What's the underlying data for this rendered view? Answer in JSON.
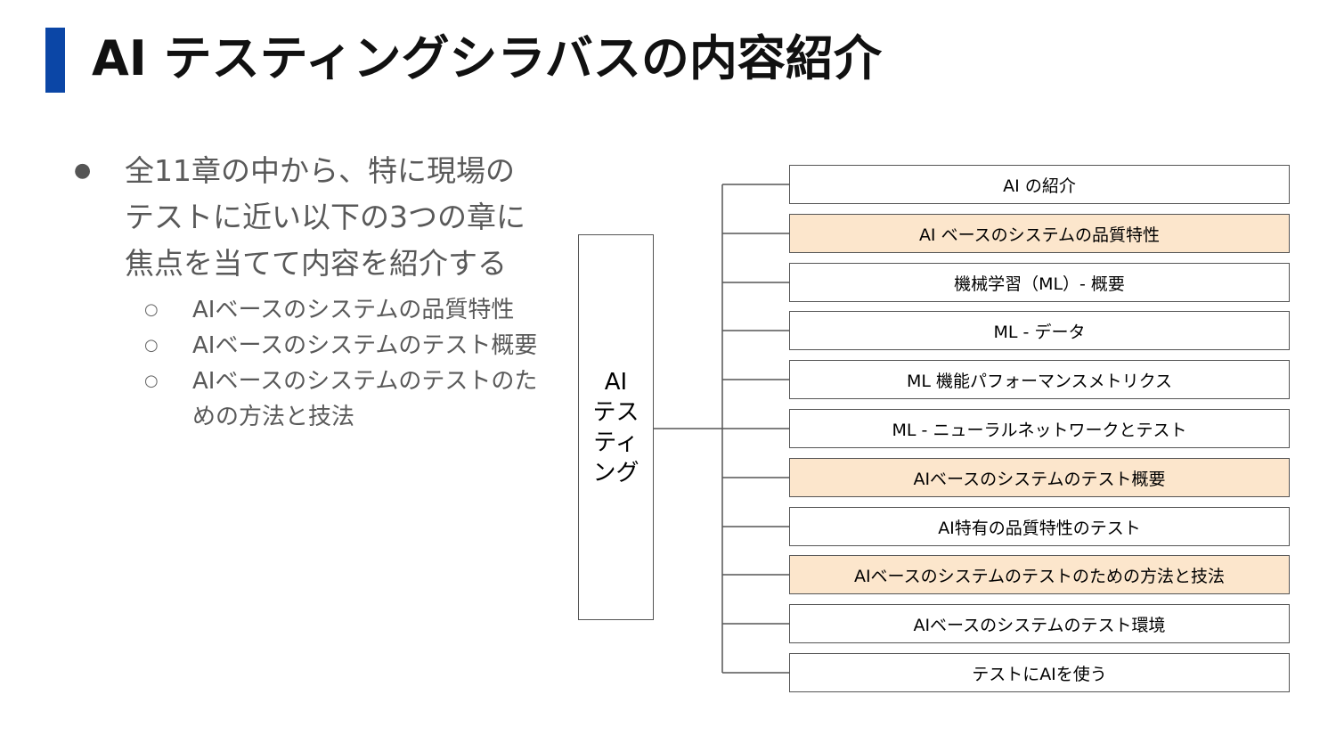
{
  "header": {
    "title": "AI テスティングシラバスの内容紹介",
    "accent_color": "#0b46a6"
  },
  "summary": {
    "main_bullet_lines": [
      "全11章の中から、特に現場の",
      "テストに近い以下の3つの章に",
      "焦点を当てて内容を紹介する"
    ],
    "sub_bullets": [
      "AIベースのシステムの品質特性",
      "AIベースのシステムのテスト概要",
      "AIベースのシステムのテストのた",
      "めの方法と技法"
    ]
  },
  "diagram": {
    "root_label_lines": [
      "AI",
      "テス",
      "ティ",
      "ング"
    ],
    "highlight_color": "#fce6cc",
    "chapters": [
      {
        "label": "AI の紹介",
        "highlighted": false
      },
      {
        "label": "AI ベースのシステムの品質特性",
        "highlighted": true
      },
      {
        "label": "機械学習（ML）- 概要",
        "highlighted": false
      },
      {
        "label": "ML - データ",
        "highlighted": false
      },
      {
        "label": "ML 機能パフォーマンスメトリクス",
        "highlighted": false
      },
      {
        "label": "ML - ニューラルネットワークとテスト",
        "highlighted": false
      },
      {
        "label": "AIベースのシステムのテスト概要",
        "highlighted": true
      },
      {
        "label": "AI特有の品質特性のテスト",
        "highlighted": false
      },
      {
        "label": "AIベースのシステムのテストのための方法と技法",
        "highlighted": true
      },
      {
        "label": "AIベースのシステムのテスト環境",
        "highlighted": false
      },
      {
        "label": "テストにAIを使う",
        "highlighted": false
      }
    ]
  }
}
